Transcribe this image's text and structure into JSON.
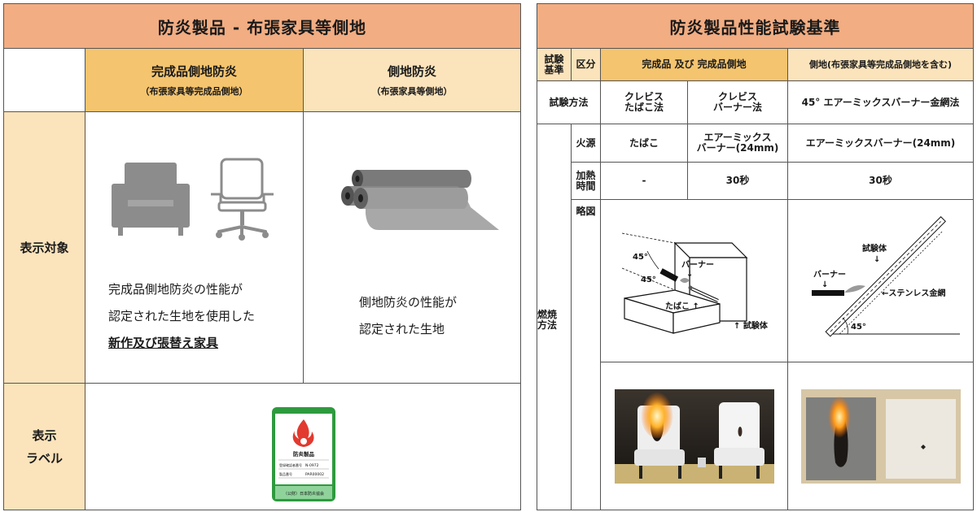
{
  "left": {
    "title": "防炎製品 - 布張家具等側地",
    "col1": {
      "main": "完成品側地防炎",
      "sub": "（布張家具等完成品側地）"
    },
    "col2": {
      "main": "側地防炎",
      "sub": "（布張家具等側地）"
    },
    "row1_label": "表示対象",
    "row2_label": [
      "表示",
      "ラベル"
    ],
    "col1_desc": [
      "完成品側地防炎の性能が",
      "認定された生地を使用した",
      "新作及び張替え家具"
    ],
    "col2_desc": [
      "側地防炎の性能が",
      "認定された生地"
    ],
    "badge": {
      "title": "防炎製品",
      "line1_label": "登録確認者番号",
      "line1_value": "N-0972",
      "line2_label": "製品番号",
      "line2_value": "PAR00002",
      "footer": "（公財）日本防炎協会",
      "color": "#2e9a3e"
    },
    "colors": {
      "title_bg": "#f2ad82",
      "header1_bg": "#f5c46e",
      "header2_bg": "#fbe3bb"
    }
  },
  "right": {
    "title": "防炎製品性能試験基準",
    "h_test_std": [
      "試験",
      "基準"
    ],
    "h_kubun": "区分",
    "h_col1": "完成品 及び 完成品側地",
    "h_col2": "側地(布張家具等完成品側地を含む)",
    "test_method_label": "試験方法",
    "cleveze_tobacco": [
      "クレビス",
      "たばこ法"
    ],
    "cleveze_burner": [
      "クレビス",
      "バーナー法"
    ],
    "wire_method": "45° エアーミックスバーナー金網法",
    "combustion_label": [
      "燃焼",
      "方法"
    ],
    "fire_source_label": "火源",
    "fire_tobacco": "たばこ",
    "fire_airmix": [
      "エアーミックス",
      "バーナー(24mm)"
    ],
    "fire_airmix_wide": "エアーミックスバーナー(24mm)",
    "heat_time_label": [
      "加熱",
      "時間"
    ],
    "heat_dash": "-",
    "heat_30a": "30秒",
    "heat_30b": "30秒",
    "sketch_label": "略図",
    "diagram1": {
      "angle1": "45°",
      "angle2": "45°",
      "burner": "バーナー",
      "tobacco": "たばこ ↑",
      "specimen": "↑ 試験体"
    },
    "diagram2": {
      "specimen": "試験体",
      "burner": "バーナー",
      "mesh": "←ステンレス金網",
      "angle": "45°"
    }
  }
}
